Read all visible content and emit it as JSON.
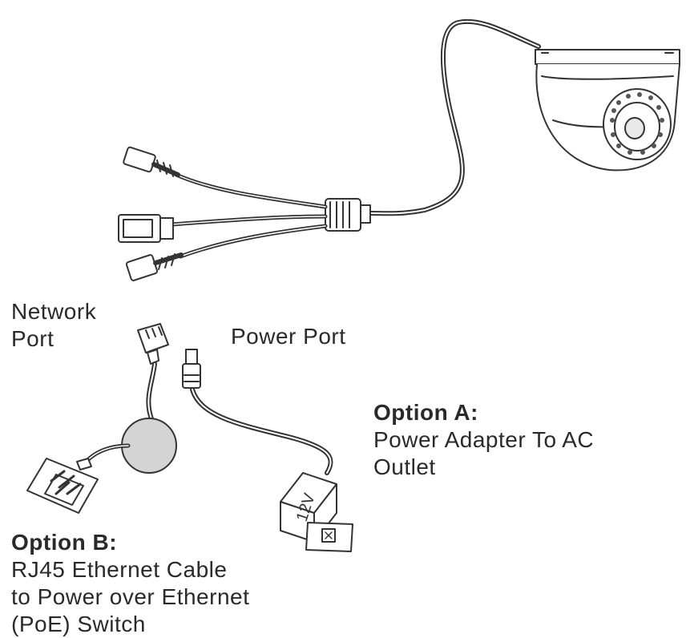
{
  "labels": {
    "network_port": [
      "Network",
      "Port"
    ],
    "power_port": "Power Port",
    "option_a": {
      "title": "Option A:",
      "lines": [
        "Power Adapter To AC",
        "Outlet"
      ]
    },
    "option_b": {
      "title": "Option B:",
      "lines": [
        "RJ45 Ethernet Cable",
        "to Power over Ethernet",
        "(PoE) Switch"
      ]
    }
  },
  "adapter_text": "12V",
  "colors": {
    "stroke": "#333333",
    "coupler_fill": "#d4d4d4",
    "background": "#ffffff"
  },
  "icons": [
    "dome-camera-icon",
    "rj45-plug-icon",
    "dc-plug-icon",
    "poe-switch-icon",
    "power-adapter-icon",
    "wall-outlet-icon",
    "coupler-icon"
  ]
}
